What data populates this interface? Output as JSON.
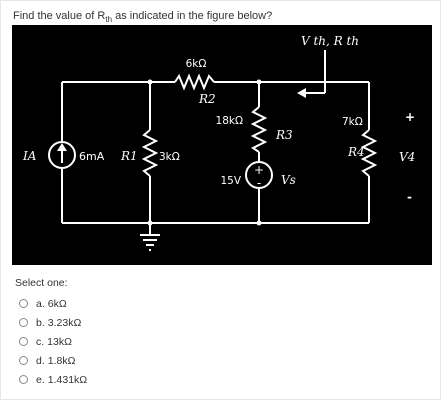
{
  "question": {
    "prefix": "Find the value of R",
    "sub": "th",
    "suffix": " as indicated in the figure below?"
  },
  "figure": {
    "label_vth_rth": "V th, R th",
    "r2_value": "6kΩ",
    "r2_name": "R2",
    "r3_value": "18kΩ",
    "r3_name": "R3",
    "r4_value": "7kΩ",
    "r4_name": "R4",
    "r1_value": "3kΩ",
    "r1_name": "R1",
    "ia_name": "IA",
    "ia_value": "6mA",
    "vs_value": "15V",
    "vs_name": "Vs",
    "v4_name": "V4",
    "plus": "+",
    "minus": "-",
    "colors": {
      "circuit_bg": "#000000",
      "wire": "#ffffff"
    }
  },
  "select_label": "Select one:",
  "options": [
    {
      "letter": "a.",
      "text": "6kΩ"
    },
    {
      "letter": "b.",
      "text": "3.23kΩ"
    },
    {
      "letter": "c.",
      "text": "13kΩ"
    },
    {
      "letter": "d.",
      "text": "1.8kΩ"
    },
    {
      "letter": "e.",
      "text": "1.431kΩ"
    }
  ]
}
